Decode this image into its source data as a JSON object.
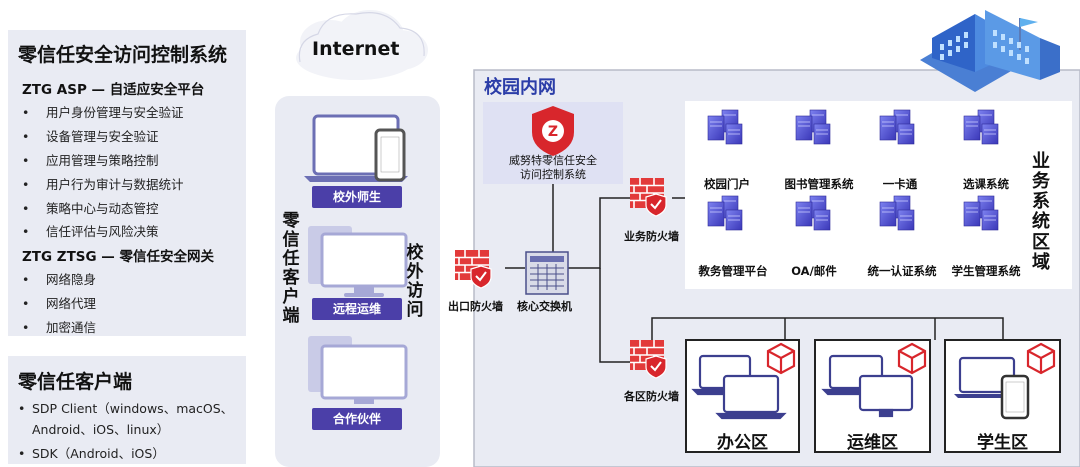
{
  "left_panel": {
    "title": "零信任安全访问控制系统",
    "asp": {
      "heading": "ZTG ASP — 自适应安全平台",
      "items": [
        "用户身份管理与安全验证",
        "设备管理与安全验证",
        "应用管理与策略控制",
        "用户行为审计与数据统计",
        "策略中心与动态管控",
        "信任评估与风险决策"
      ]
    },
    "ztsg": {
      "heading": "ZTG ZTSG — 零信任安全网关",
      "items": [
        "网络隐身",
        "网络代理",
        "加密通信"
      ]
    }
  },
  "client_panel": {
    "title": "零信任客户端",
    "items": [
      "SDP Client（windows、macOS、",
      "Android、iOS、linux）",
      "SDK（Android、iOS）"
    ]
  },
  "internet": {
    "label": "Internet"
  },
  "client_column": {
    "vertical_label": "零信任客户端",
    "tags": [
      "校外师生",
      "远程运维",
      "合作伙伴"
    ]
  },
  "access_label": "校外访问",
  "campus": {
    "title": "校园内网",
    "ztg_system_lines": [
      "威努特零信任安全",
      "访问控制系统"
    ],
    "exit_firewall": "出口防火墙",
    "core_switch": "核心交换机",
    "business_firewall": "业务防火墙",
    "zone_firewall": "各区防火墙",
    "business_zone_label": "业务系统区域",
    "services_row1": [
      "校园门户",
      "图书管理系统",
      "一卡通",
      "选课系统"
    ],
    "services_row2": [
      "教务管理平台",
      "OA/邮件",
      "统一认证系统",
      "学生管理系统"
    ],
    "zones": [
      "办公区",
      "运维区",
      "学生区"
    ]
  },
  "colors": {
    "panel_bg": "#e9ebf3",
    "accent_purple": "#4b3fa8",
    "campus_title": "#2b3da8",
    "firewall_red": "#d8262c",
    "server_blue": "#5b5fd6"
  }
}
